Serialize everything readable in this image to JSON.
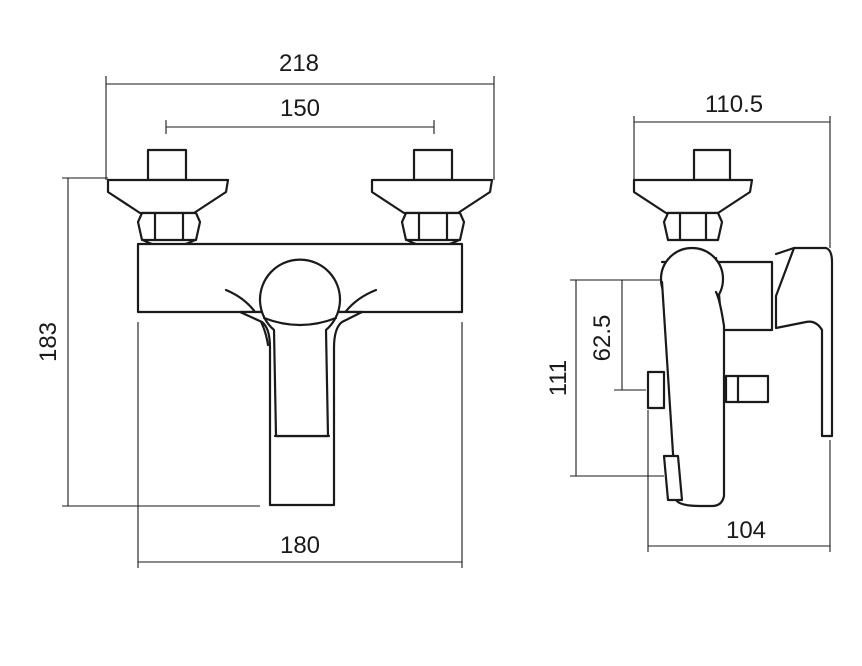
{
  "dimensions": {
    "overall_width": "218",
    "handle_spacing": "150",
    "body_width": "180",
    "overall_height": "183",
    "side_depth_top": "110.5",
    "side_depth_bottom": "104",
    "side_height": "111",
    "side_handle_height": "62.5"
  },
  "colors": {
    "line": "#1a1a1a",
    "background": "#ffffff"
  }
}
